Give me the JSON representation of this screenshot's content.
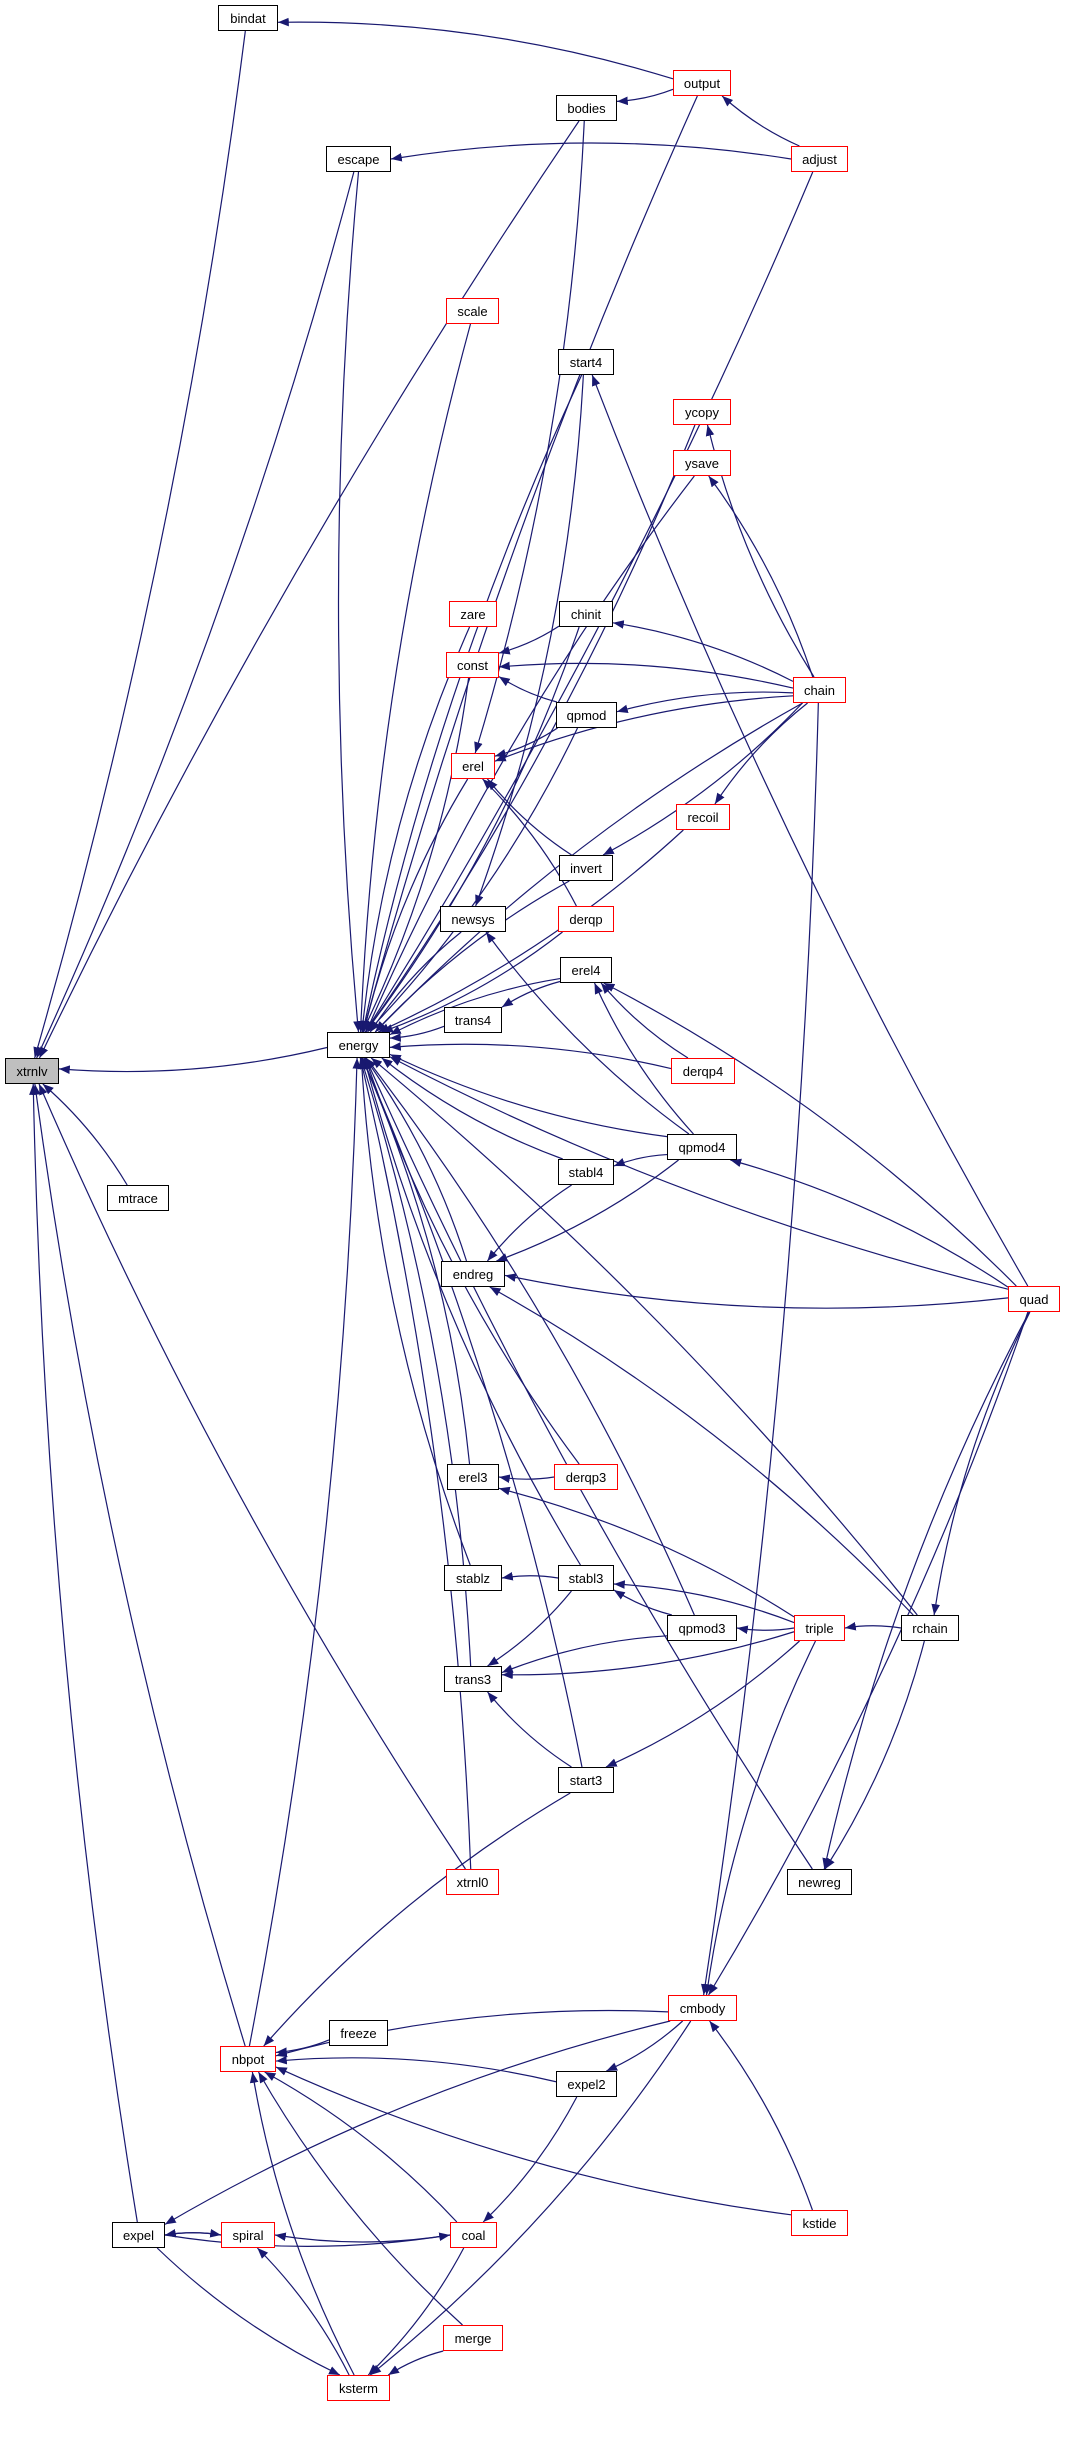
{
  "graph": {
    "colors": {
      "edge": "#191970",
      "linked_border": "#ff0000",
      "plain_border": "#000000",
      "focus_fill": "#bfbfbf"
    },
    "focus": "xtrnlv",
    "nodes": [
      {
        "id": "bindat",
        "label": "bindat",
        "style": "plain"
      },
      {
        "id": "output",
        "label": "output",
        "style": "red"
      },
      {
        "id": "bodies",
        "label": "bodies",
        "style": "plain"
      },
      {
        "id": "escape",
        "label": "escape",
        "style": "plain"
      },
      {
        "id": "adjust",
        "label": "adjust",
        "style": "red"
      },
      {
        "id": "scale",
        "label": "scale",
        "style": "red"
      },
      {
        "id": "start4",
        "label": "start4",
        "style": "plain"
      },
      {
        "id": "ycopy",
        "label": "ycopy",
        "style": "red"
      },
      {
        "id": "ysave",
        "label": "ysave",
        "style": "red"
      },
      {
        "id": "zare",
        "label": "zare",
        "style": "red"
      },
      {
        "id": "chinit",
        "label": "chinit",
        "style": "plain"
      },
      {
        "id": "const",
        "label": "const",
        "style": "red"
      },
      {
        "id": "chain",
        "label": "chain",
        "style": "red"
      },
      {
        "id": "qpmod",
        "label": "qpmod",
        "style": "plain"
      },
      {
        "id": "erel",
        "label": "erel",
        "style": "red"
      },
      {
        "id": "recoil",
        "label": "recoil",
        "style": "red"
      },
      {
        "id": "invert",
        "label": "invert",
        "style": "plain"
      },
      {
        "id": "newsys",
        "label": "newsys",
        "style": "plain"
      },
      {
        "id": "derqp",
        "label": "derqp",
        "style": "red"
      },
      {
        "id": "erel4",
        "label": "erel4",
        "style": "plain"
      },
      {
        "id": "trans4",
        "label": "trans4",
        "style": "plain"
      },
      {
        "id": "energy",
        "label": "energy",
        "style": "plain"
      },
      {
        "id": "xtrnlv",
        "label": "xtrnlv",
        "style": "focus"
      },
      {
        "id": "derqp4",
        "label": "derqp4",
        "style": "red"
      },
      {
        "id": "qpmod4",
        "label": "qpmod4",
        "style": "plain"
      },
      {
        "id": "stabl4",
        "label": "stabl4",
        "style": "plain"
      },
      {
        "id": "mtrace",
        "label": "mtrace",
        "style": "plain"
      },
      {
        "id": "endreg",
        "label": "endreg",
        "style": "plain"
      },
      {
        "id": "quad",
        "label": "quad",
        "style": "red"
      },
      {
        "id": "erel3",
        "label": "erel3",
        "style": "plain"
      },
      {
        "id": "derqp3",
        "label": "derqp3",
        "style": "red"
      },
      {
        "id": "stablz",
        "label": "stablz",
        "style": "plain"
      },
      {
        "id": "stabl3",
        "label": "stabl3",
        "style": "plain"
      },
      {
        "id": "qpmod3",
        "label": "qpmod3",
        "style": "plain"
      },
      {
        "id": "triple",
        "label": "triple",
        "style": "red"
      },
      {
        "id": "rchain",
        "label": "rchain",
        "style": "plain"
      },
      {
        "id": "trans3",
        "label": "trans3",
        "style": "plain"
      },
      {
        "id": "start3",
        "label": "start3",
        "style": "plain"
      },
      {
        "id": "xtrnl0",
        "label": "xtrnl0",
        "style": "red"
      },
      {
        "id": "newreg",
        "label": "newreg",
        "style": "plain"
      },
      {
        "id": "cmbody",
        "label": "cmbody",
        "style": "red"
      },
      {
        "id": "freeze",
        "label": "freeze",
        "style": "plain"
      },
      {
        "id": "nbpot",
        "label": "nbpot",
        "style": "red"
      },
      {
        "id": "expel2",
        "label": "expel2",
        "style": "plain"
      },
      {
        "id": "expel",
        "label": "expel",
        "style": "plain"
      },
      {
        "id": "spiral",
        "label": "spiral",
        "style": "red"
      },
      {
        "id": "coal",
        "label": "coal",
        "style": "red"
      },
      {
        "id": "kstide",
        "label": "kstide",
        "style": "red"
      },
      {
        "id": "merge",
        "label": "merge",
        "style": "red"
      },
      {
        "id": "ksterm",
        "label": "ksterm",
        "style": "red"
      }
    ],
    "edges": [
      [
        "bindat",
        "xtrnlv"
      ],
      [
        "output",
        "bindat"
      ],
      [
        "output",
        "bodies"
      ],
      [
        "output",
        "energy"
      ],
      [
        "adjust",
        "output"
      ],
      [
        "bodies",
        "xtrnlv"
      ],
      [
        "bodies",
        "erel"
      ],
      [
        "adjust",
        "escape"
      ],
      [
        "escape",
        "xtrnlv"
      ],
      [
        "escape",
        "energy"
      ],
      [
        "adjust",
        "energy"
      ],
      [
        "start4",
        "energy"
      ],
      [
        "start4",
        "newsys"
      ],
      [
        "scale",
        "energy"
      ],
      [
        "ycopy",
        "energy"
      ],
      [
        "ysave",
        "energy"
      ],
      [
        "chain",
        "ycopy"
      ],
      [
        "chain",
        "ysave"
      ],
      [
        "quad",
        "start4"
      ],
      [
        "chain",
        "energy"
      ],
      [
        "chinit",
        "energy"
      ],
      [
        "zare",
        "energy"
      ],
      [
        "const",
        "energy"
      ],
      [
        "chain",
        "chinit"
      ],
      [
        "chinit",
        "const"
      ],
      [
        "chain",
        "const"
      ],
      [
        "qpmod",
        "const"
      ],
      [
        "chain",
        "qpmod"
      ],
      [
        "qpmod",
        "energy"
      ],
      [
        "chain",
        "erel"
      ],
      [
        "qpmod",
        "erel"
      ],
      [
        "erel",
        "energy"
      ],
      [
        "recoil",
        "energy"
      ],
      [
        "chain",
        "recoil"
      ],
      [
        "invert",
        "erel"
      ],
      [
        "invert",
        "energy"
      ],
      [
        "chain",
        "invert"
      ],
      [
        "derqp",
        "erel"
      ],
      [
        "derqp",
        "energy"
      ],
      [
        "newsys",
        "energy"
      ],
      [
        "qpmod4",
        "newsys"
      ],
      [
        "erel4",
        "trans4"
      ],
      [
        "trans4",
        "energy"
      ],
      [
        "erel4",
        "energy"
      ],
      [
        "derqp4",
        "erel4"
      ],
      [
        "derqp4",
        "energy"
      ],
      [
        "qpmod4",
        "erel4"
      ],
      [
        "quad",
        "erel4"
      ],
      [
        "qpmod4",
        "energy"
      ],
      [
        "qpmod4",
        "stabl4"
      ],
      [
        "stabl4",
        "energy"
      ],
      [
        "stabl4",
        "endreg"
      ],
      [
        "qpmod4",
        "endreg"
      ],
      [
        "quad",
        "qpmod4"
      ],
      [
        "quad",
        "endreg"
      ],
      [
        "endreg",
        "energy"
      ],
      [
        "quad",
        "energy"
      ],
      [
        "rchain",
        "endreg"
      ],
      [
        "derqp3",
        "erel3"
      ],
      [
        "erel3",
        "energy"
      ],
      [
        "derqp3",
        "energy"
      ],
      [
        "triple",
        "erel3"
      ],
      [
        "stablz",
        "energy"
      ],
      [
        "stabl3",
        "stablz"
      ],
      [
        "stabl3",
        "energy"
      ],
      [
        "triple",
        "stabl3"
      ],
      [
        "qpmod3",
        "stabl3"
      ],
      [
        "qpmod3",
        "energy"
      ],
      [
        "triple",
        "qpmod3"
      ],
      [
        "rchain",
        "triple"
      ],
      [
        "stabl3",
        "trans3"
      ],
      [
        "qpmod3",
        "trans3"
      ],
      [
        "triple",
        "trans3"
      ],
      [
        "trans3",
        "energy"
      ],
      [
        "start3",
        "trans3"
      ],
      [
        "start3",
        "energy"
      ],
      [
        "triple",
        "start3"
      ],
      [
        "rchain",
        "energy"
      ],
      [
        "newreg",
        "energy"
      ],
      [
        "xtrnl0",
        "energy"
      ],
      [
        "xtrnl0",
        "xtrnlv"
      ],
      [
        "quad",
        "rchain"
      ],
      [
        "rchain",
        "newreg"
      ],
      [
        "quad",
        "newreg"
      ],
      [
        "chain",
        "cmbody"
      ],
      [
        "triple",
        "cmbody"
      ],
      [
        "quad",
        "cmbody"
      ],
      [
        "cmbody",
        "nbpot"
      ],
      [
        "freeze",
        "nbpot"
      ],
      [
        "expel2",
        "nbpot"
      ],
      [
        "cmbody",
        "expel2"
      ],
      [
        "cmbody",
        "expel"
      ],
      [
        "expel2",
        "coal"
      ],
      [
        "start3",
        "nbpot"
      ],
      [
        "nbpot",
        "xtrnlv"
      ],
      [
        "nbpot",
        "energy"
      ],
      [
        "expel",
        "spiral"
      ],
      [
        "spiral",
        "expel"
      ],
      [
        "coal",
        "spiral"
      ],
      [
        "expel",
        "coal"
      ],
      [
        "expel",
        "xtrnlv"
      ],
      [
        "expel",
        "ksterm"
      ],
      [
        "ksterm",
        "nbpot"
      ],
      [
        "coal",
        "nbpot"
      ],
      [
        "merge",
        "nbpot"
      ],
      [
        "ksterm",
        "spiral"
      ],
      [
        "coal",
        "ksterm"
      ],
      [
        "merge",
        "ksterm"
      ],
      [
        "cmbody",
        "ksterm"
      ],
      [
        "kstide",
        "cmbody"
      ],
      [
        "kstide",
        "nbpot"
      ],
      [
        "mtrace",
        "xtrnlv"
      ],
      [
        "energy",
        "xtrnlv"
      ]
    ]
  }
}
